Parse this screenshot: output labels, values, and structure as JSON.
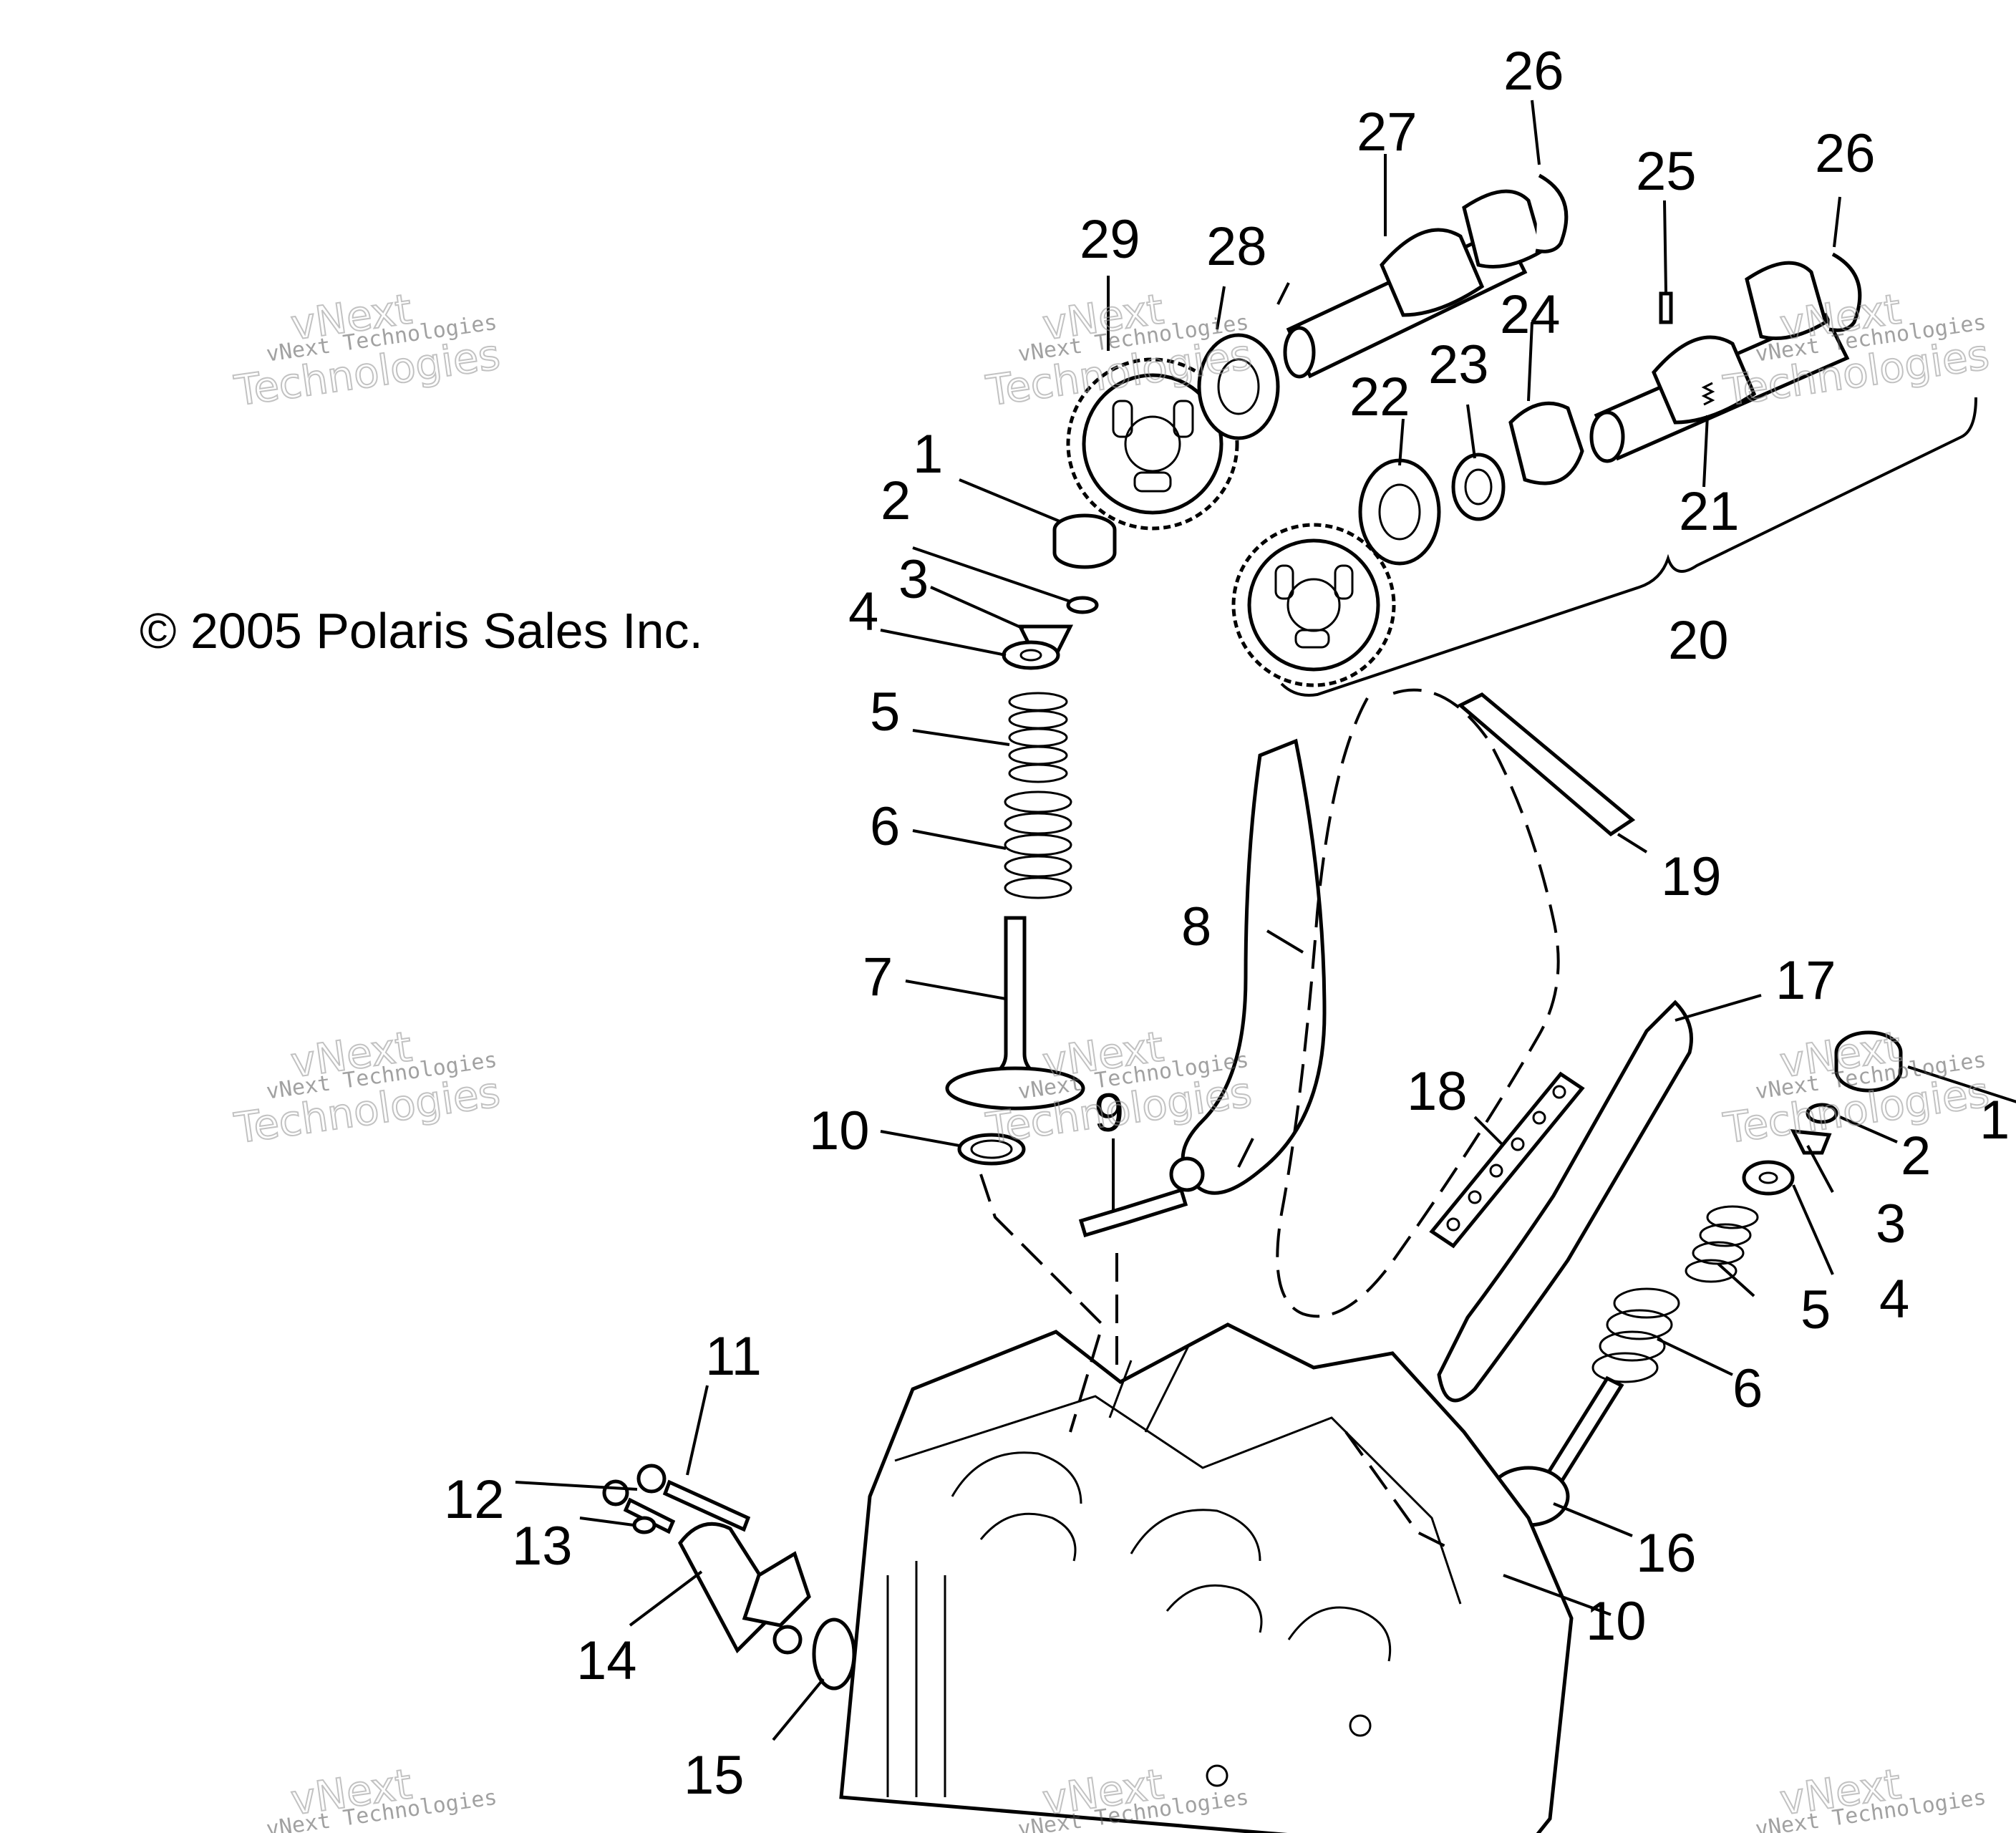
{
  "copyright": "© 2005 Polaris Sales Inc.",
  "watermark": {
    "company": "vNext Technologies",
    "brand": "vNext",
    "word": "Technologies"
  },
  "callouts": [
    "1",
    "2",
    "3",
    "4",
    "5",
    "6",
    "7",
    "8",
    "9",
    "10",
    "10",
    "11",
    "12",
    "13",
    "14",
    "15",
    "16",
    "17",
    "18",
    "19",
    "20",
    "21",
    "22",
    "23",
    "24",
    "25",
    "26",
    "26",
    "27",
    "28",
    "29",
    "1",
    "2",
    "3",
    "4",
    "5",
    "6"
  ]
}
